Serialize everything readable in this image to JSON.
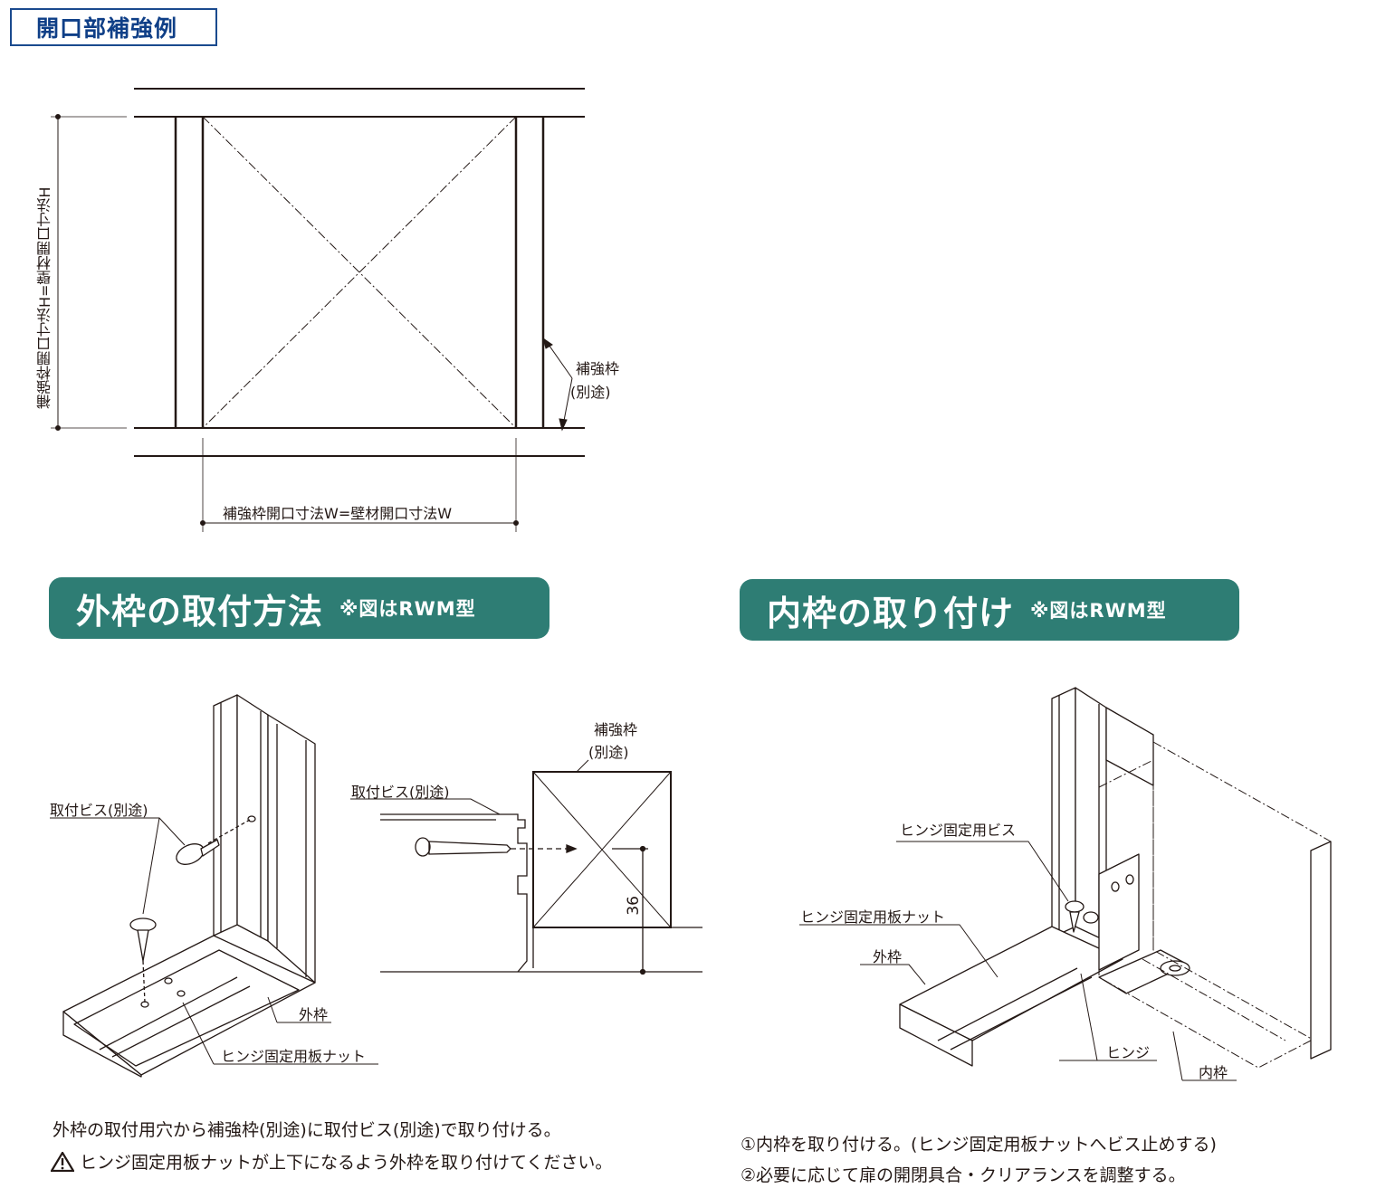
{
  "section1": {
    "title": "開口部補強例"
  },
  "opening_diagram": {
    "height_dimension": "補強枠開口寸法H=壁材開口寸法H",
    "width_dimension": "補強枠開口寸法W=壁材開口寸法W",
    "frame_label_line1": "補強枠",
    "frame_label_line2": "(別途)"
  },
  "outer_frame_section": {
    "title": "外枠の取付方法",
    "note": "※図はRWM型",
    "labels": {
      "screw": "取付ビス(別途)",
      "outer_frame": "外枠",
      "hinge_nut": "ヒンジ固定用板ナット",
      "reinforce_line1": "補強枠",
      "reinforce_line2": "(別途)",
      "section_screw": "取付ビス(別途)",
      "dimension": "36"
    },
    "instruction": "外枠の取付用穴から補強枠(別途)に取付ビス(別途)で取り付ける。",
    "warning": "ヒンジ固定用板ナットが上下になるよう外枠を取り付けてください。"
  },
  "inner_frame_section": {
    "title": "内枠の取り付け",
    "note": "※図はRWM型",
    "labels": {
      "hinge_screw": "ヒンジ固定用ビス",
      "hinge_nut": "ヒンジ固定用板ナット",
      "outer_frame": "外枠",
      "hinge": "ヒンジ",
      "inner_frame": "内枠"
    },
    "step1": "①内枠を取り付ける。(ヒンジ固定用板ナットへビス止めする)",
    "step2": "②必要に応じて扉の開閉具合・クリアランスを調整する。"
  }
}
